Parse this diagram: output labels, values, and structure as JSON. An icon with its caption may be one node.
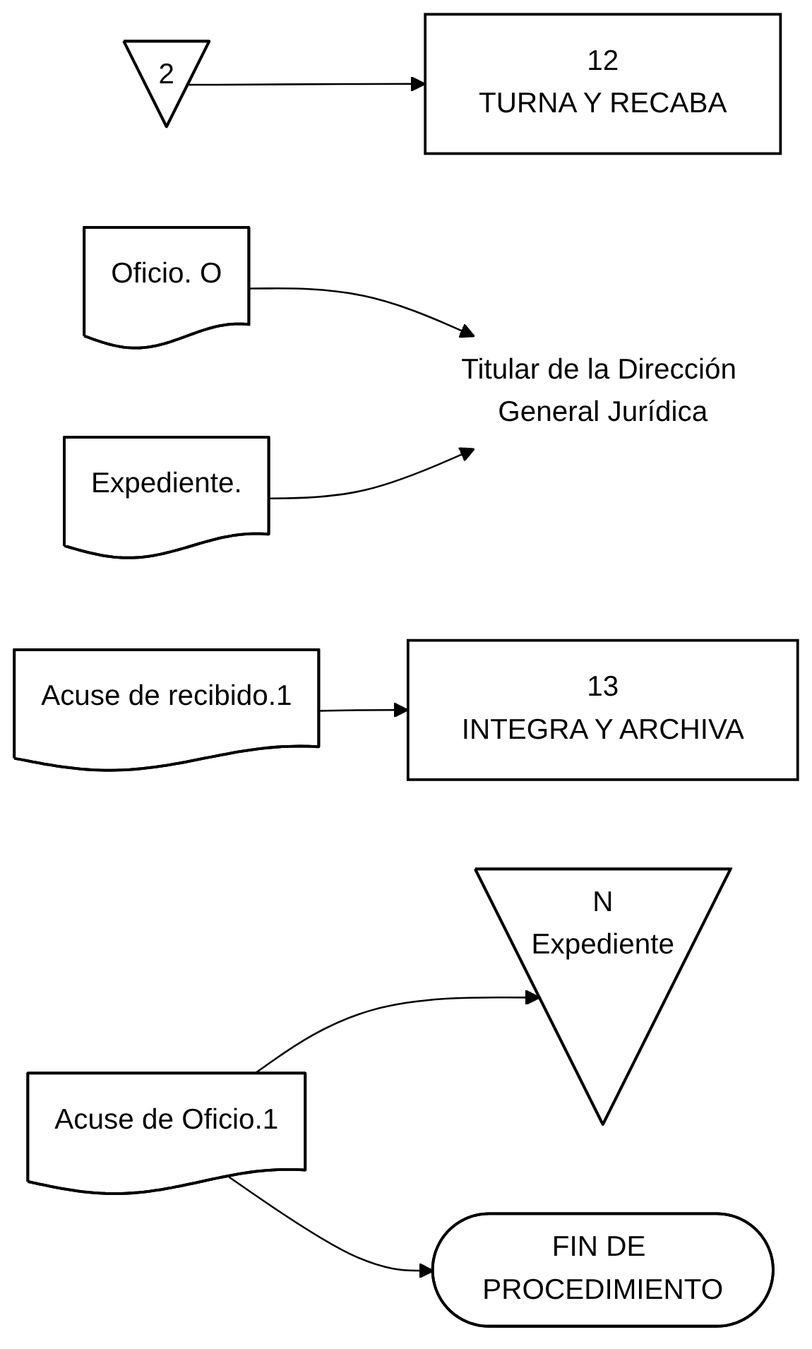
{
  "diagram": {
    "nodes": [
      {
        "text": [
          "2"
        ]
      },
      {
        "text": [
          "12",
          "TURNA Y RECABA"
        ]
      },
      {
        "text": [
          "Oficio. O"
        ]
      },
      {
        "text": [
          "Expediente."
        ]
      },
      {
        "text": [
          "Acuse de recibido.1"
        ]
      },
      {
        "text": [
          "Titular de la Dirección General Jurídica"
        ]
      },
      {
        "text": [
          "13",
          "INTEGRA Y ARCHIVA"
        ]
      },
      {
        "text": [
          "Acuse de Oficio.1"
        ]
      },
      {
        "text": [
          "N",
          "Expediente"
        ]
      },
      {
        "text": [
          "FIN DE PROCEDIMIENTO"
        ]
      }
    ],
    "edges": [
      {
        "from": 0,
        "to": 1,
        "arrow": "to"
      },
      {
        "from": 2,
        "to": 5,
        "arrow": "to"
      },
      {
        "from": 3,
        "to": 5,
        "arrow": "to"
      },
      {
        "from": 4,
        "to": 6,
        "arrow": "to"
      },
      {
        "from": 7,
        "to": 8,
        "arrow": "to"
      },
      {
        "from": 7,
        "to": 9,
        "arrow": "to"
      }
    ]
  }
}
